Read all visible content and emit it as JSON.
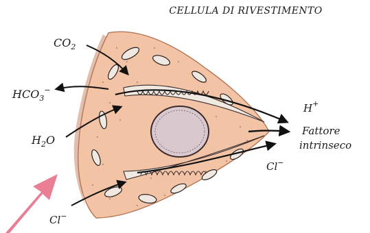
{
  "title": "CELLULA DI RIVESTIMENTO",
  "labels": {
    "co2": {
      "base": "CO",
      "sub": "2"
    },
    "hco3": {
      "base": "HCO",
      "sub": "3",
      "sup": "−"
    },
    "h2o": {
      "base": "H",
      "sub": "2",
      "tail": "O"
    },
    "cl_in": {
      "base": "Cl",
      "sup": "−"
    },
    "h_plus": {
      "base": "H",
      "sup": "+"
    },
    "fattore_line1": "Fattore",
    "fattore_line2": "intrinseco",
    "cl_out": {
      "base": "Cl",
      "sup": "−"
    }
  },
  "colors": {
    "cytoplasm": "#f2c3a4",
    "cytoplasm_edge": "#c98a6c",
    "nucleus": "#d9c9cf",
    "nucleus_edge": "#3a2a2a",
    "organelle": "#efe9e2",
    "ink": "#1a1a1a",
    "big_arrow": "#e8708a"
  }
}
